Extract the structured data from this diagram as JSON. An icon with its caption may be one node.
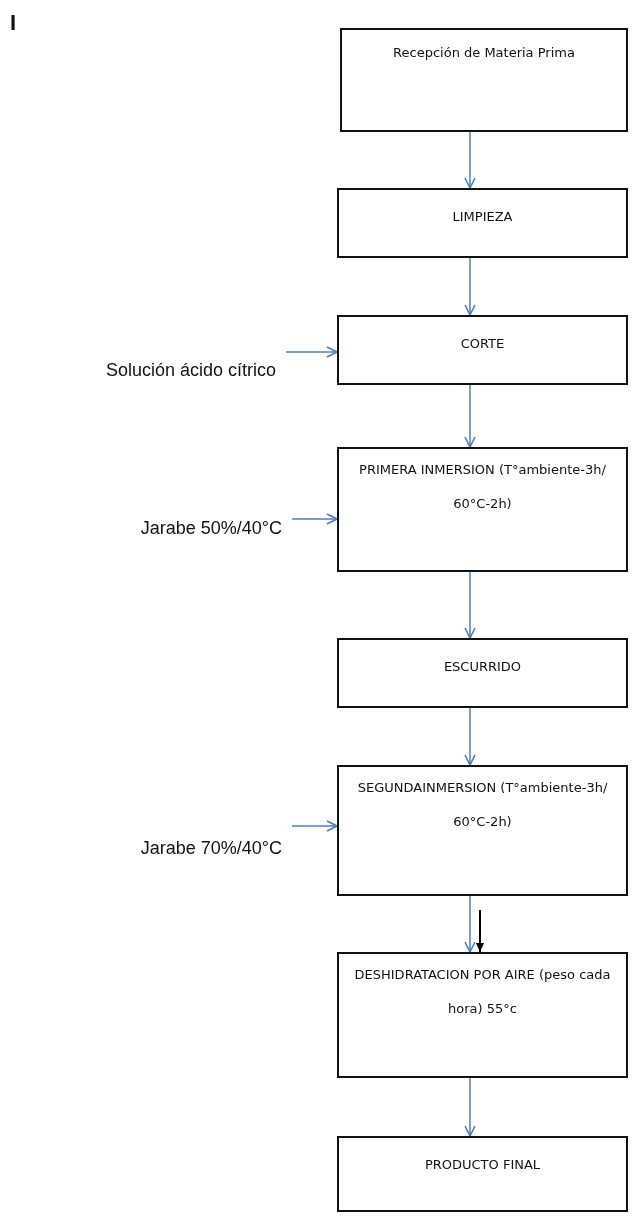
{
  "diagram": {
    "nodes": [
      {
        "text": [
          "Recepción de Materia Prima"
        ]
      },
      {
        "text": [
          "LIMPIEZA"
        ]
      },
      {
        "text": [
          "Solución ácido cítrico"
        ]
      },
      {
        "text": [
          "CORTE"
        ]
      },
      {
        "text": [
          "Jarabe 50%/40°C"
        ]
      },
      {
        "text": [
          "PRIMERA INMERSION (T°ambiente-3h/ 60°C-2h)"
        ]
      },
      {
        "text": [
          "ESCURRIDO"
        ]
      },
      {
        "text": [
          "Jarabe 70%/40°C"
        ]
      },
      {
        "text": [
          "SEGUNDAINMERSION (T°ambiente-3h/ 60°C-2h)"
        ]
      },
      {
        "text": [
          "DESHIDRATACION POR AIRE (peso cada hora) 55°c"
        ]
      },
      {
        "text": [
          "PRODUCTO FINAL"
        ]
      }
    ],
    "edges": [
      {
        "from": 0,
        "to": 1,
        "arrow": "to"
      },
      {
        "from": 1,
        "to": 3,
        "arrow": "to"
      },
      {
        "from": 2,
        "to": 3,
        "arrow": "to"
      },
      {
        "from": 3,
        "to": 5,
        "arrow": "to"
      },
      {
        "from": 4,
        "to": 5,
        "arrow": "to"
      },
      {
        "from": 5,
        "to": 6,
        "arrow": "to"
      },
      {
        "from": 6,
        "to": 8,
        "arrow": "to"
      },
      {
        "from": 7,
        "to": 8,
        "arrow": "to"
      },
      {
        "from": 8,
        "to": 9,
        "arrow": "to"
      },
      {
        "from": 8,
        "to": 9,
        "arrow": "to",
        "color": "#000000"
      },
      {
        "from": 9,
        "to": 10,
        "arrow": "to"
      }
    ],
    "labels": [
      "I"
    ]
  }
}
